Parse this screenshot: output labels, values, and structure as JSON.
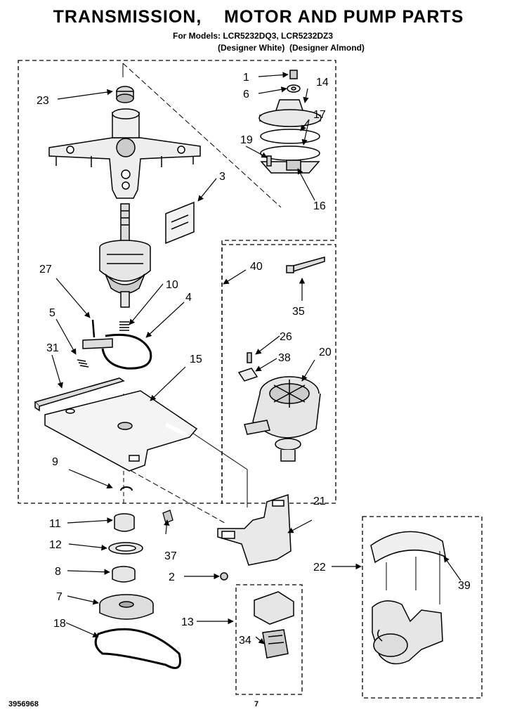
{
  "header": {
    "title": "TRANSMISSION,    MOTOR AND PUMP PARTS",
    "models_line": "For Models: LCR5232DQ3, LCR5232DZ3",
    "variants_line": "(Designer White)  (Designer Almond)"
  },
  "callouts": {
    "c1": "1",
    "c2": "2",
    "c3": "3",
    "c4": "4",
    "c5": "5",
    "c6": "6",
    "c7": "7",
    "c8": "8",
    "c9": "9",
    "c10": "10",
    "c11": "11",
    "c12": "12",
    "c13": "13",
    "c14": "14",
    "c15": "15",
    "c16": "16",
    "c17": "17",
    "c18": "18",
    "c19": "19",
    "c20": "20",
    "c21": "21",
    "c22": "22",
    "c23": "23",
    "c26": "26",
    "c27": "27",
    "c31": "31",
    "c34": "34",
    "c35": "35",
    "c37": "37",
    "c38": "38",
    "c39": "39",
    "c40": "40"
  },
  "footer": {
    "part_number": "3956968",
    "page_number": "7"
  }
}
